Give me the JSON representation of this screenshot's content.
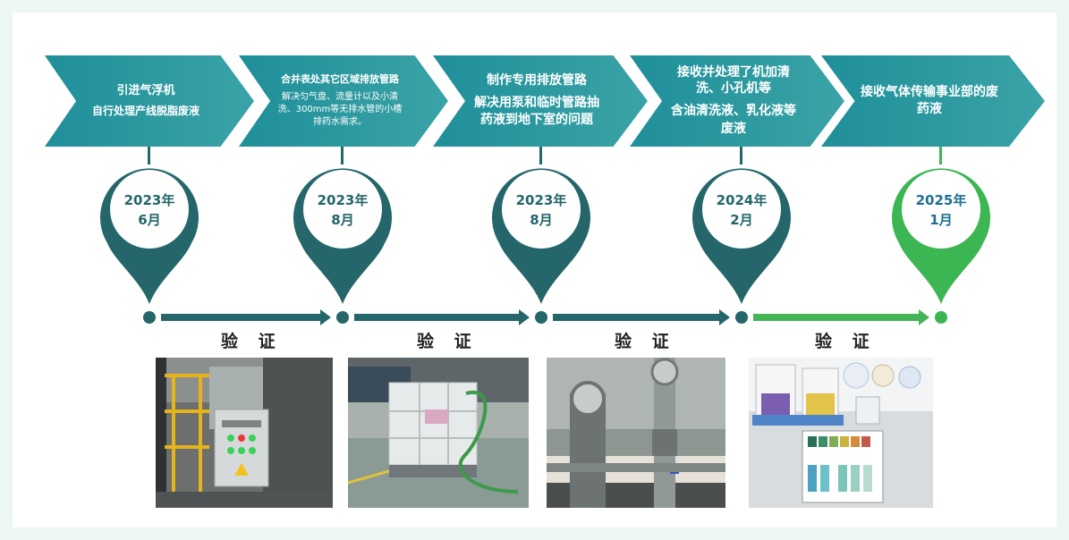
{
  "steps": [
    {
      "title": "引进气浮机",
      "desc": "自行处理产线脱脂废液",
      "year": "2023年",
      "month": "6月"
    },
    {
      "title": "合并表处其它区域排放管路",
      "desc": "解决匀气盘、流量计以及小清洗、300mm等无排水管的小槽排药水需求。",
      "year": "2023年",
      "month": "8月"
    },
    {
      "title": "制作专用排放管路",
      "desc": "解决用泵和临时管路抽药液到地下室的问题",
      "year": "2023年",
      "month": "8月"
    },
    {
      "title": "接收并处理了机加清洗、小孔机等",
      "desc": "含油清洗液、乳化液等废液",
      "year": "2024年",
      "month": "2月"
    },
    {
      "title": "接收气体传输事业部的废药液",
      "desc": "",
      "year": "2025年",
      "month": "1月"
    }
  ],
  "verify_labels": [
    "验 证",
    "验 证",
    "验 证",
    "验 证"
  ],
  "colors": {
    "chevron": "#2a9aa0",
    "pin_teal": "#24666a",
    "pin_green": "#3cb553",
    "arrow_teal": "#24666a",
    "arrow_green": "#44b556"
  }
}
